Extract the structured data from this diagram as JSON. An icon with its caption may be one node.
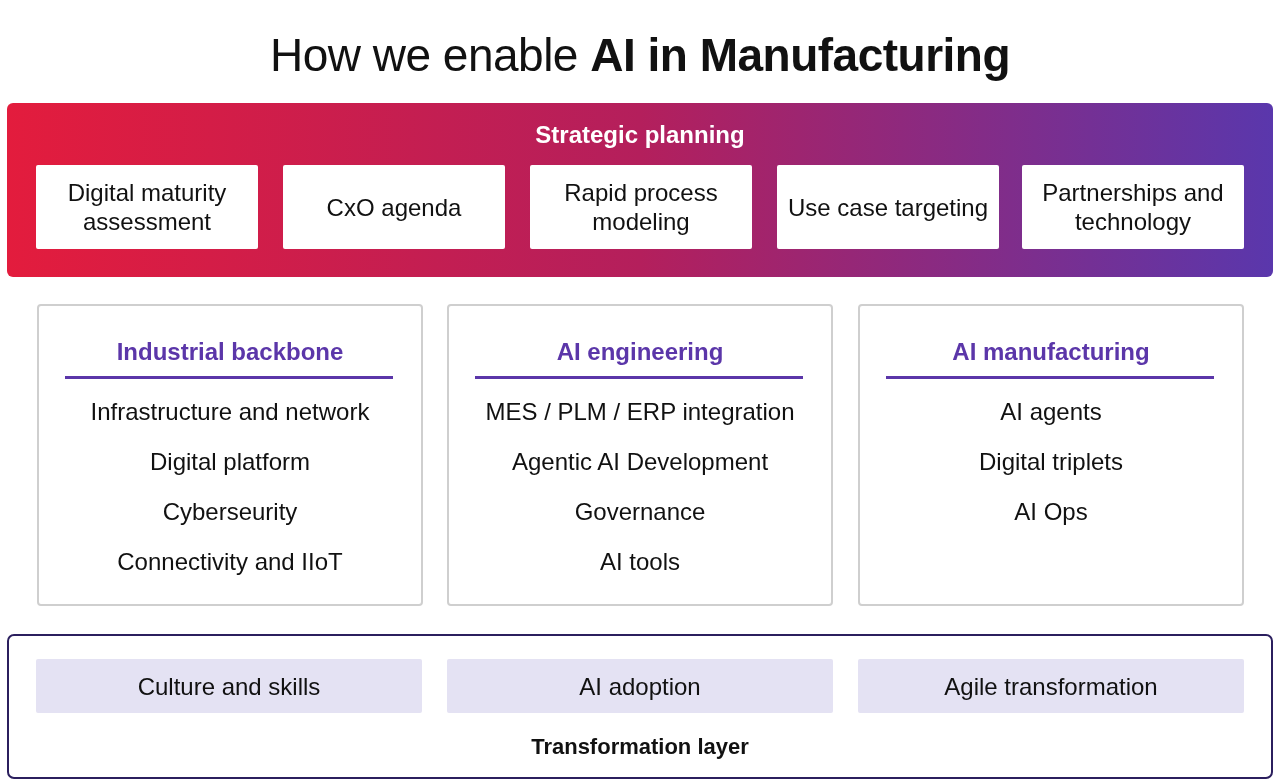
{
  "diagram": {
    "title": "How we enable **AI in Manufacturing**",
    "nodes": [
      {
        "text": [
          "Strategic planning"
        ]
      },
      {
        "text": [
          "Digital maturity assessment"
        ],
        "in": 0
      },
      {
        "text": [
          "CxO agenda"
        ],
        "in": 0
      },
      {
        "text": [
          "Rapid process modeling"
        ],
        "in": 0
      },
      {
        "text": [
          "Use case targeting"
        ],
        "in": 0
      },
      {
        "text": [
          "Partnerships and technology"
        ],
        "in": 0
      },
      {
        "text": [
          "Industrial backbone",
          "Infrastructure and network",
          "Digital platform",
          "Cyberseurity",
          "Connectivity and IIoT"
        ]
      },
      {
        "text": [
          "AI engineering",
          "MES / PLM / ERP integration",
          "Agentic AI Development",
          "Governance",
          "AI tools"
        ]
      },
      {
        "text": [
          "AI manufacturing",
          "AI agents",
          "Digital triplets",
          "AI Ops"
        ]
      },
      {
        "text": [
          "Transformation layer"
        ]
      },
      {
        "text": [
          "Culture and skills"
        ],
        "in": 9
      },
      {
        "text": [
          "AI adoption"
        ],
        "in": 9
      },
      {
        "text": [
          "Agile transformation"
        ],
        "in": 9
      }
    ],
    "edges": []
  }
}
